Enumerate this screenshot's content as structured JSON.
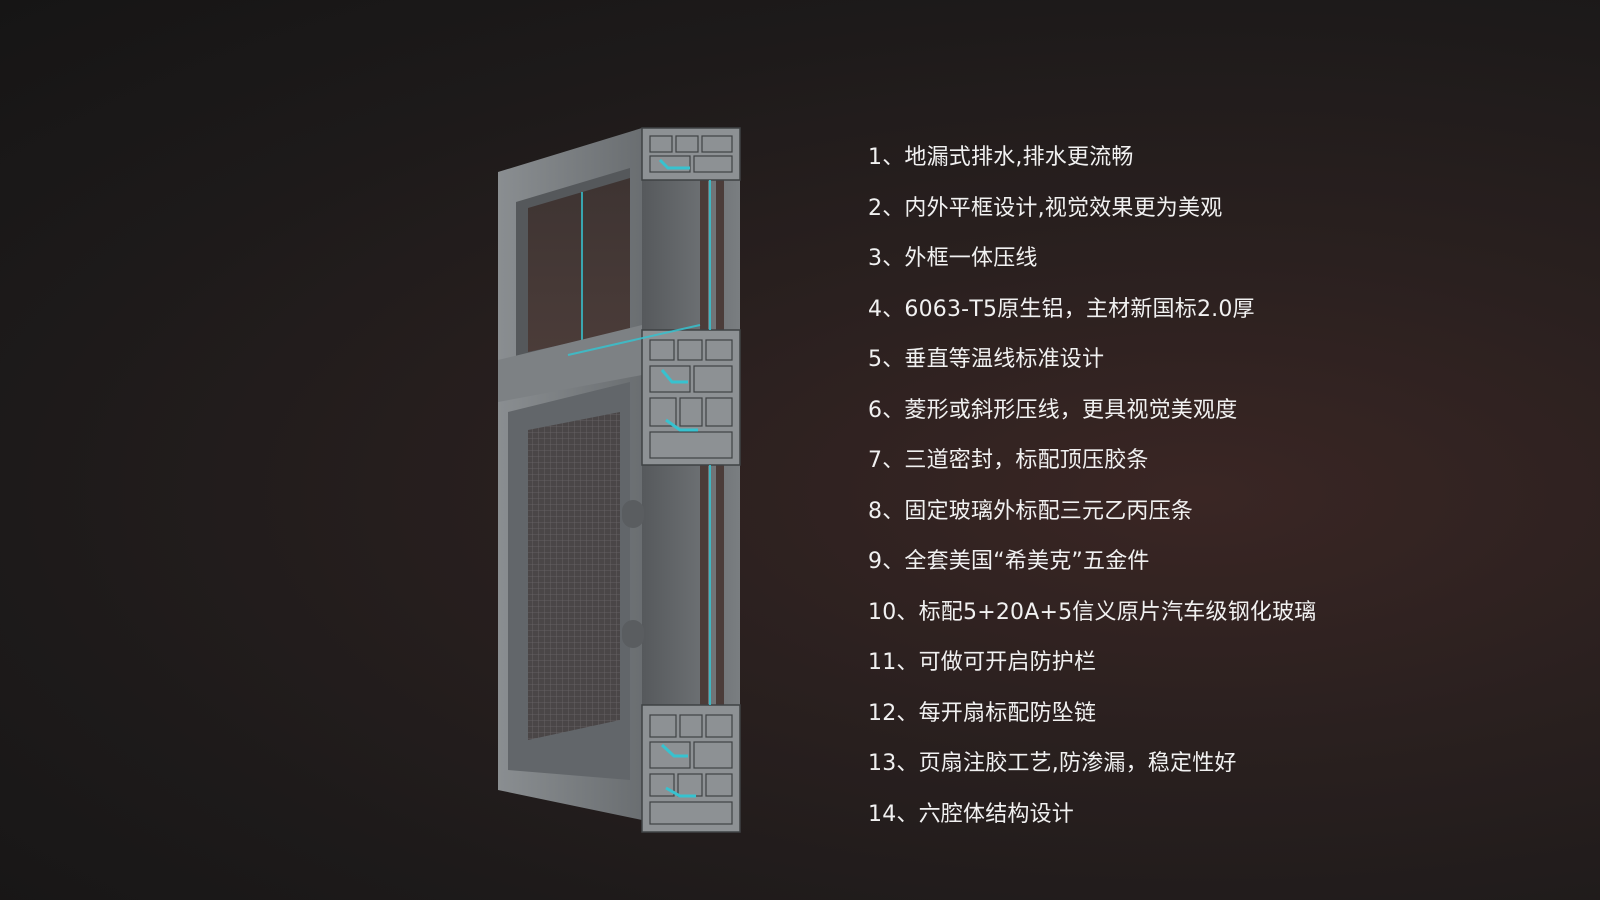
{
  "features": [
    "1、地漏式排水,排水更流畅",
    "2、内外平框设计,视觉效果更为美观",
    "3、外框一体压线",
    "4、6063-T5原生铝，主材新国标2.0厚",
    "5、垂直等温线标准设计",
    "6、菱形或斜形压线，更具视觉美观度",
    "7、三道密封，标配顶压胶条",
    "8、固定玻璃外标配三元乙丙压条",
    "9、全套美国“希美克”五金件",
    "10、标配5+20A+5信义原片汽车级钢化玻璃",
    "11、可做可开启防护栏",
    "12、每开扇标配防坠链",
    "13、页扇注胶工艺,防渗漏，稳定性好",
    "14、六腔体结构设计"
  ],
  "colors": {
    "background": "#1d1a1a",
    "text": "#f1f1f1",
    "frame": "#6f7376",
    "accent": "#37c2cf"
  }
}
